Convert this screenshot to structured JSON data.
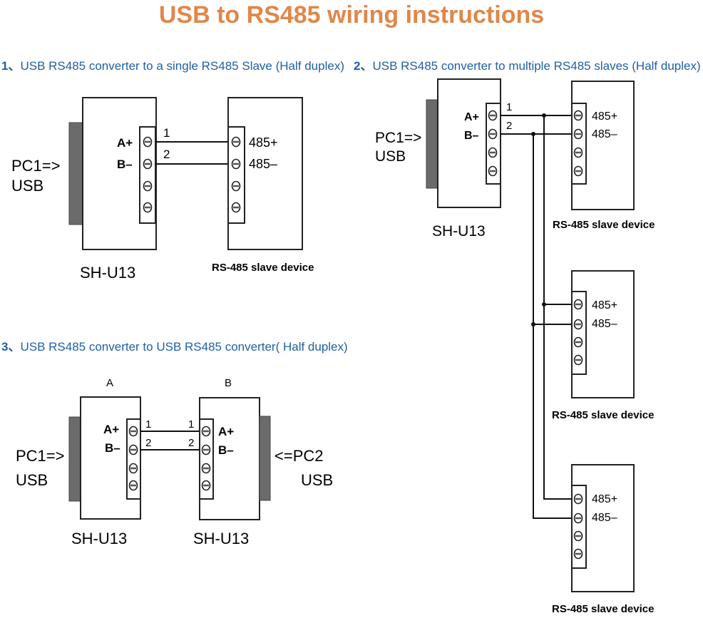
{
  "title": "USB to RS485 wiring instructions",
  "colors": {
    "title": "#e0874a",
    "section": "#1f5fa8",
    "line": "#111111",
    "connector": "#666666"
  },
  "sections": [
    {
      "num": "1、",
      "text": "USB RS485 converter to a single RS485 Slave (Half duplex)"
    },
    {
      "num": "2、",
      "text": "USB RS485 converter to multiple RS485 slaves (Half duplex)"
    },
    {
      "num": "3、",
      "text": "USB RS485 converter to USB RS485 converter( Half duplex)"
    }
  ],
  "labels": {
    "pc1_usb_line1": "PC1=>",
    "pc1_usb_line2": "USB",
    "pc2_usb_line1": "<=PC2",
    "pc2_usb_line2": "USB",
    "a_plus": "A+",
    "b_minus": "B–",
    "p485_plus": "485+",
    "p485_minus": "485–",
    "wire1": "1",
    "wire2": "2",
    "converter_model": "SH-U13",
    "slave_device": "RS-485 slave device",
    "device_a": "A",
    "device_b": "B"
  }
}
